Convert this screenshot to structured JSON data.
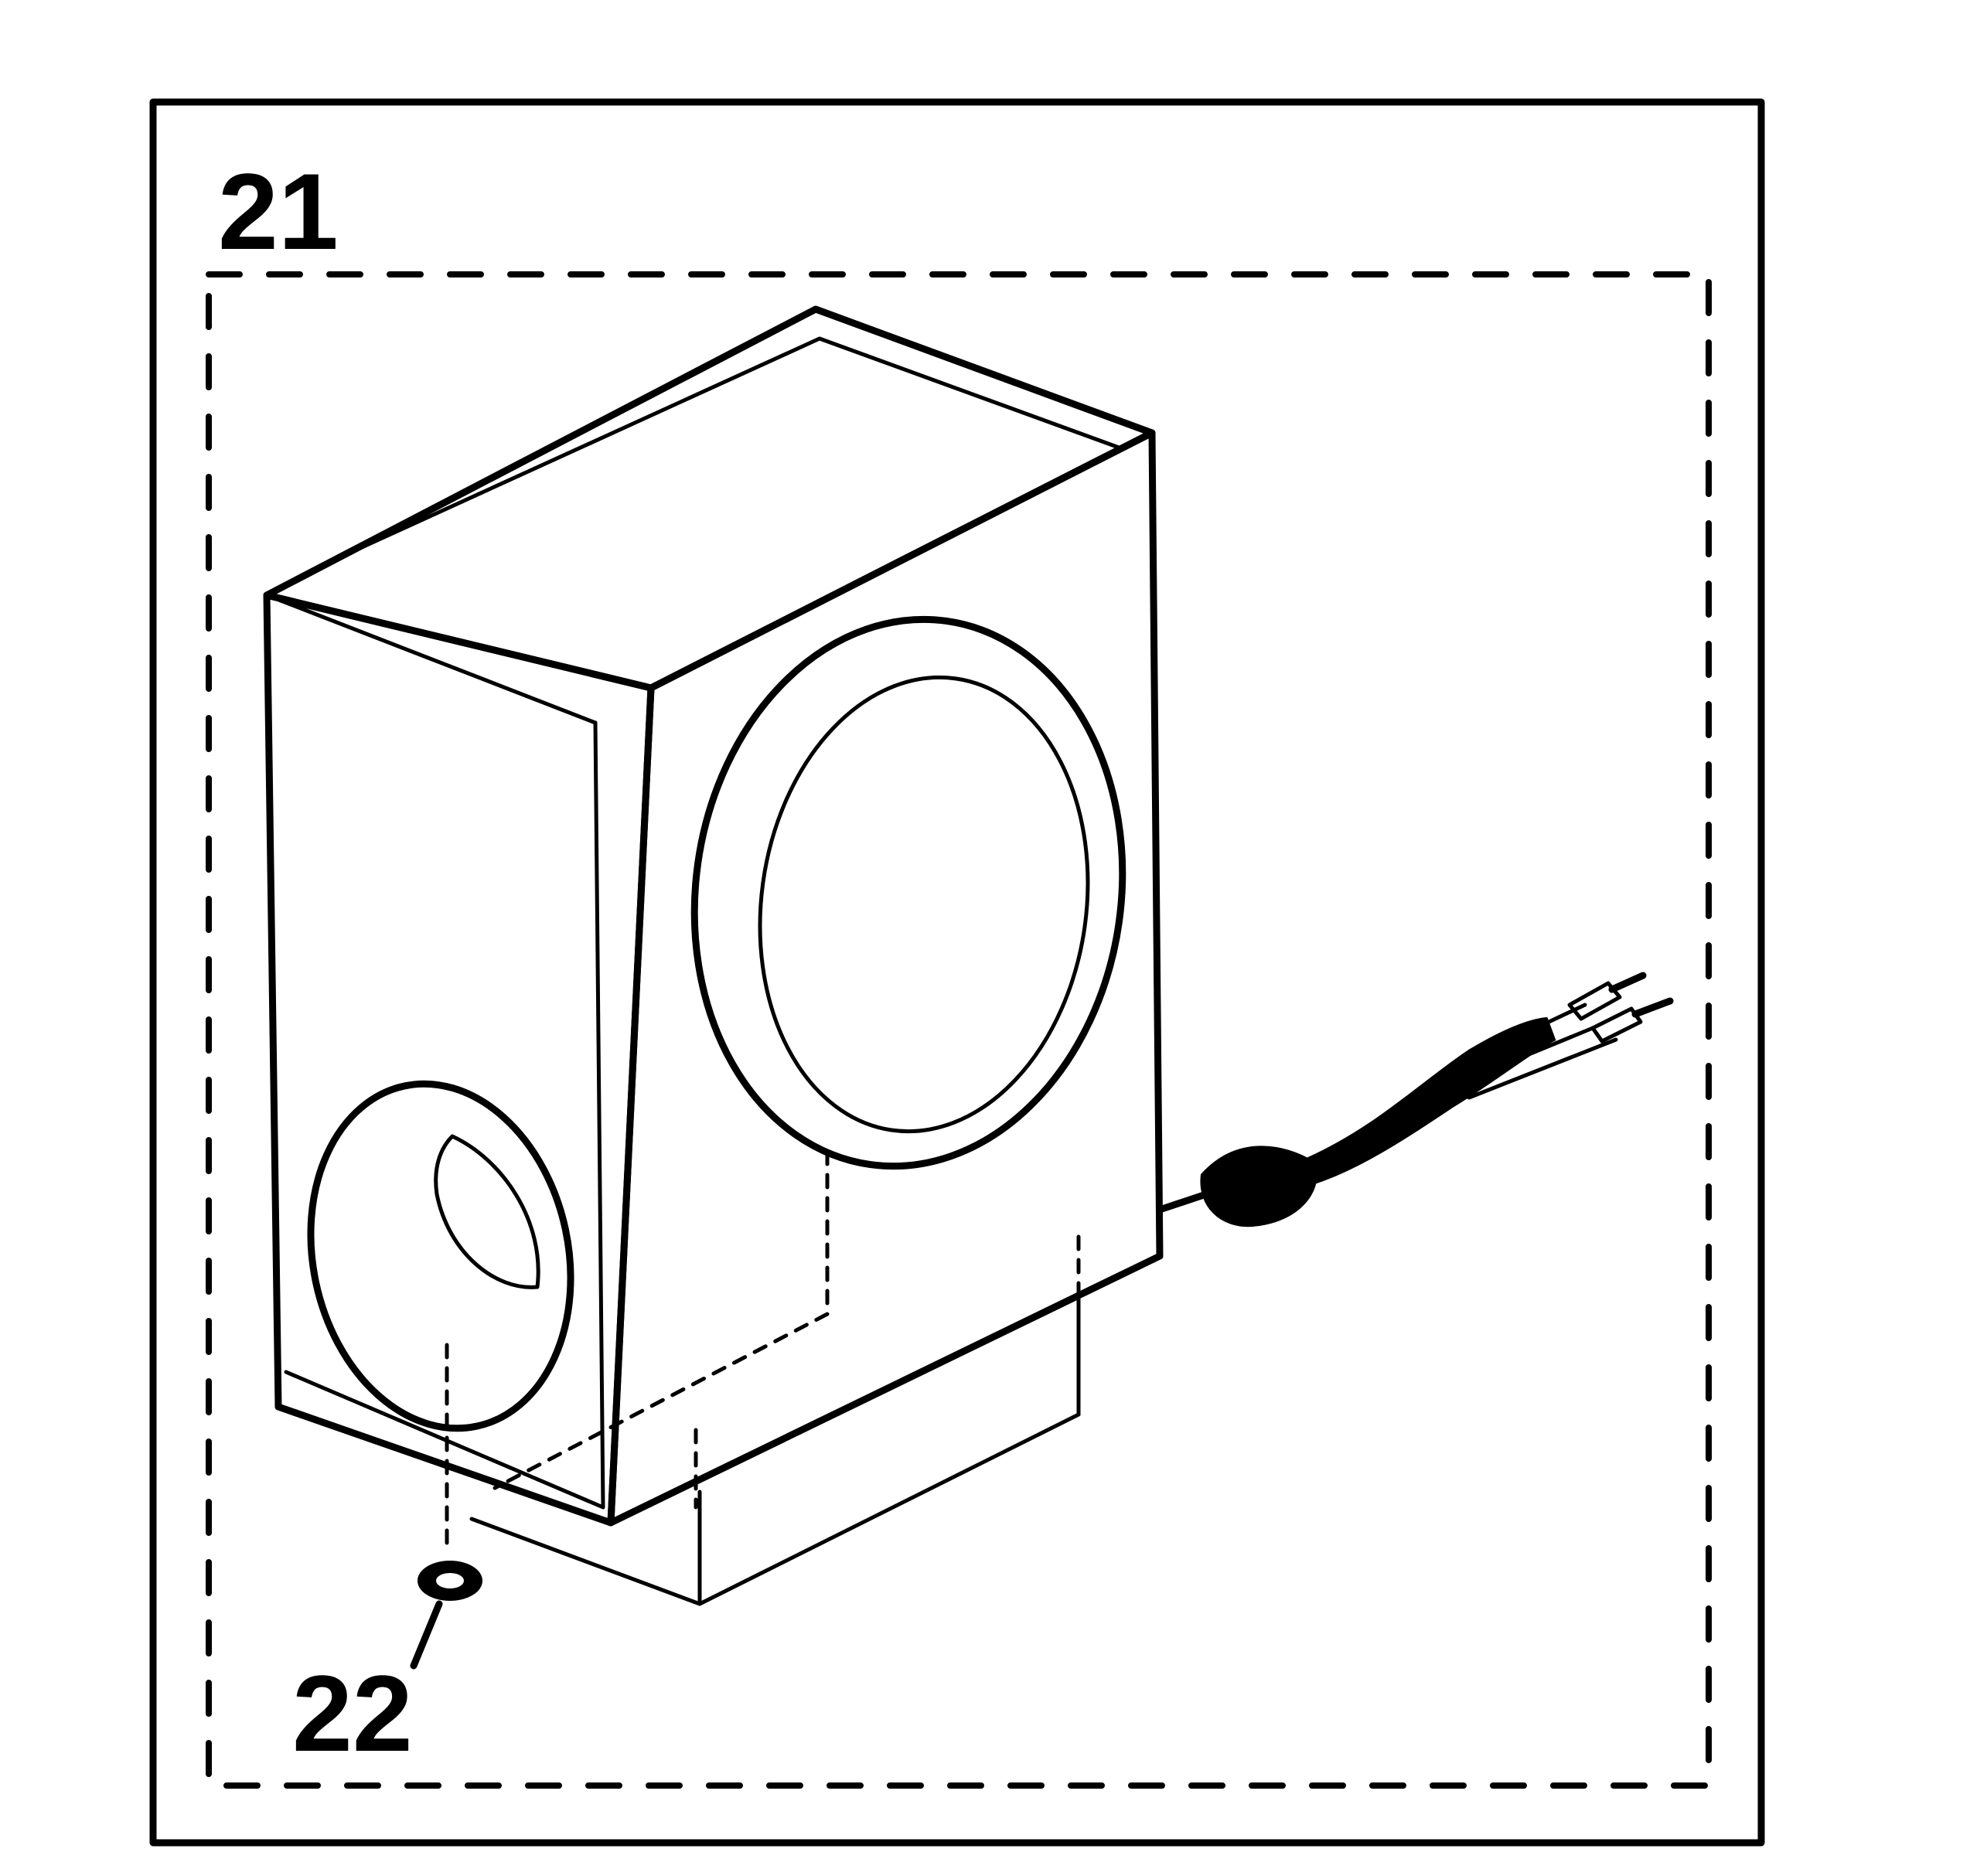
{
  "figure": {
    "callouts": [
      {
        "id": "part-21",
        "label": "21"
      },
      {
        "id": "part-22",
        "label": "22"
      }
    ],
    "colors": {
      "ink": "#000000",
      "paper": "#ffffff"
    },
    "parts": [
      {
        "number": "21",
        "item": "speaker-enclosure-icon"
      },
      {
        "number": "22",
        "item": "foot-pad-icon"
      }
    ]
  }
}
